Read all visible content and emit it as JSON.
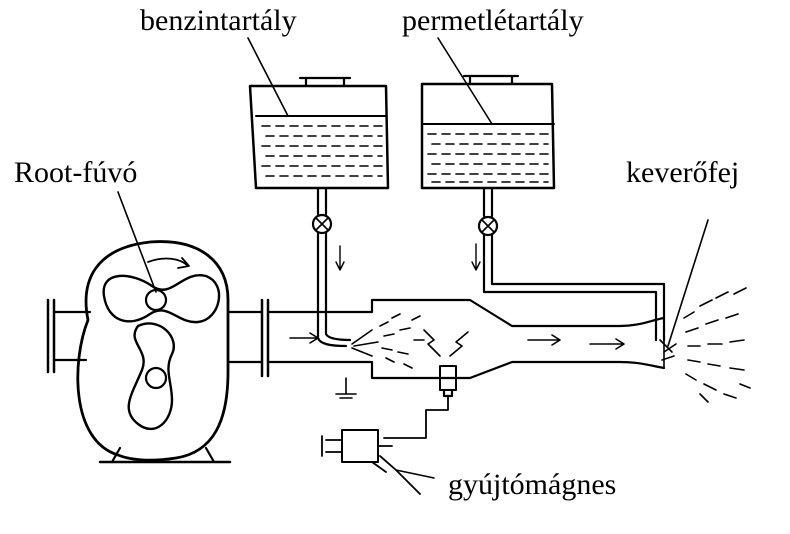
{
  "labels": {
    "fuel_tank": "benzintartály",
    "spray_tank": "permetlétartály",
    "blower": "Root-fúvó",
    "mixing_head": "keverőfej",
    "magneto": "gyújtómágnes"
  },
  "colors": {
    "ink": "#000000",
    "background": "#ffffff"
  }
}
